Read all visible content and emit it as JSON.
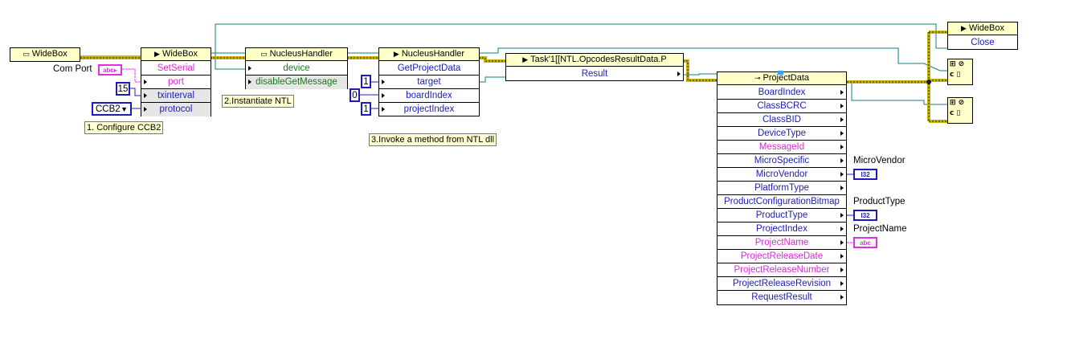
{
  "nodes": {
    "widebox_const": {
      "title": "WideBox"
    },
    "widebox_setserial": {
      "title": "WideBox",
      "rows": [
        "SetSerial",
        "port",
        "txinterval",
        "protocol"
      ]
    },
    "nucleus_create": {
      "title": "NucleusHandler",
      "rows": [
        "device",
        "disableGetMessage"
      ]
    },
    "nucleus_invoke": {
      "title": "NucleusHandler",
      "rows": [
        "GetProjectData",
        "target",
        "boardIndex",
        "projectIndex"
      ]
    },
    "task": {
      "title": "Task'1[[NTL.OpcodesResultData.P",
      "rows": [
        "Result"
      ]
    },
    "project_data": {
      "title": "ProjectData",
      "rows": [
        "BoardIndex",
        "ClassBCRC",
        "ClassBID",
        "DeviceType",
        "MessageId",
        "MicroSpecific",
        "MicroVendor",
        "PlatformType",
        "ProductConfigurationBitmap",
        "ProductType",
        "ProjectIndex",
        "ProjectName",
        "ProjectReleaseDate",
        "ProjectReleaseNumber",
        "ProjectReleaseRevision",
        "RequestResult"
      ]
    },
    "widebox_close": {
      "title": "WideBox",
      "rows": [
        "Close"
      ]
    }
  },
  "constants": {
    "port_label": "Com Port",
    "txinterval": "15",
    "protocol": "CCB2",
    "target": "1",
    "board_index": "0",
    "project_index": "1"
  },
  "terminals": {
    "com_port": "abc",
    "micro_vendor": "I32",
    "product_type": "I32",
    "project_name": "abc"
  },
  "indicator_labels": {
    "micro_vendor": "MicroVendor",
    "product_type": "ProductType",
    "project_name": "ProjectName"
  },
  "comments": {
    "step1": "1. Configure CCB2",
    "step2": "2.Instantiate NTL",
    "step3": "3.Invoke a method from NTL dll"
  },
  "colors": {
    "class_wire": "#0e7f7f",
    "error_wire_a": "#c8b400",
    "error_wire_b": "#1a1a1a",
    "string_wire": "#e030e0",
    "int_wire": "#1c1cb8",
    "header_fill": "#ffffc8"
  }
}
